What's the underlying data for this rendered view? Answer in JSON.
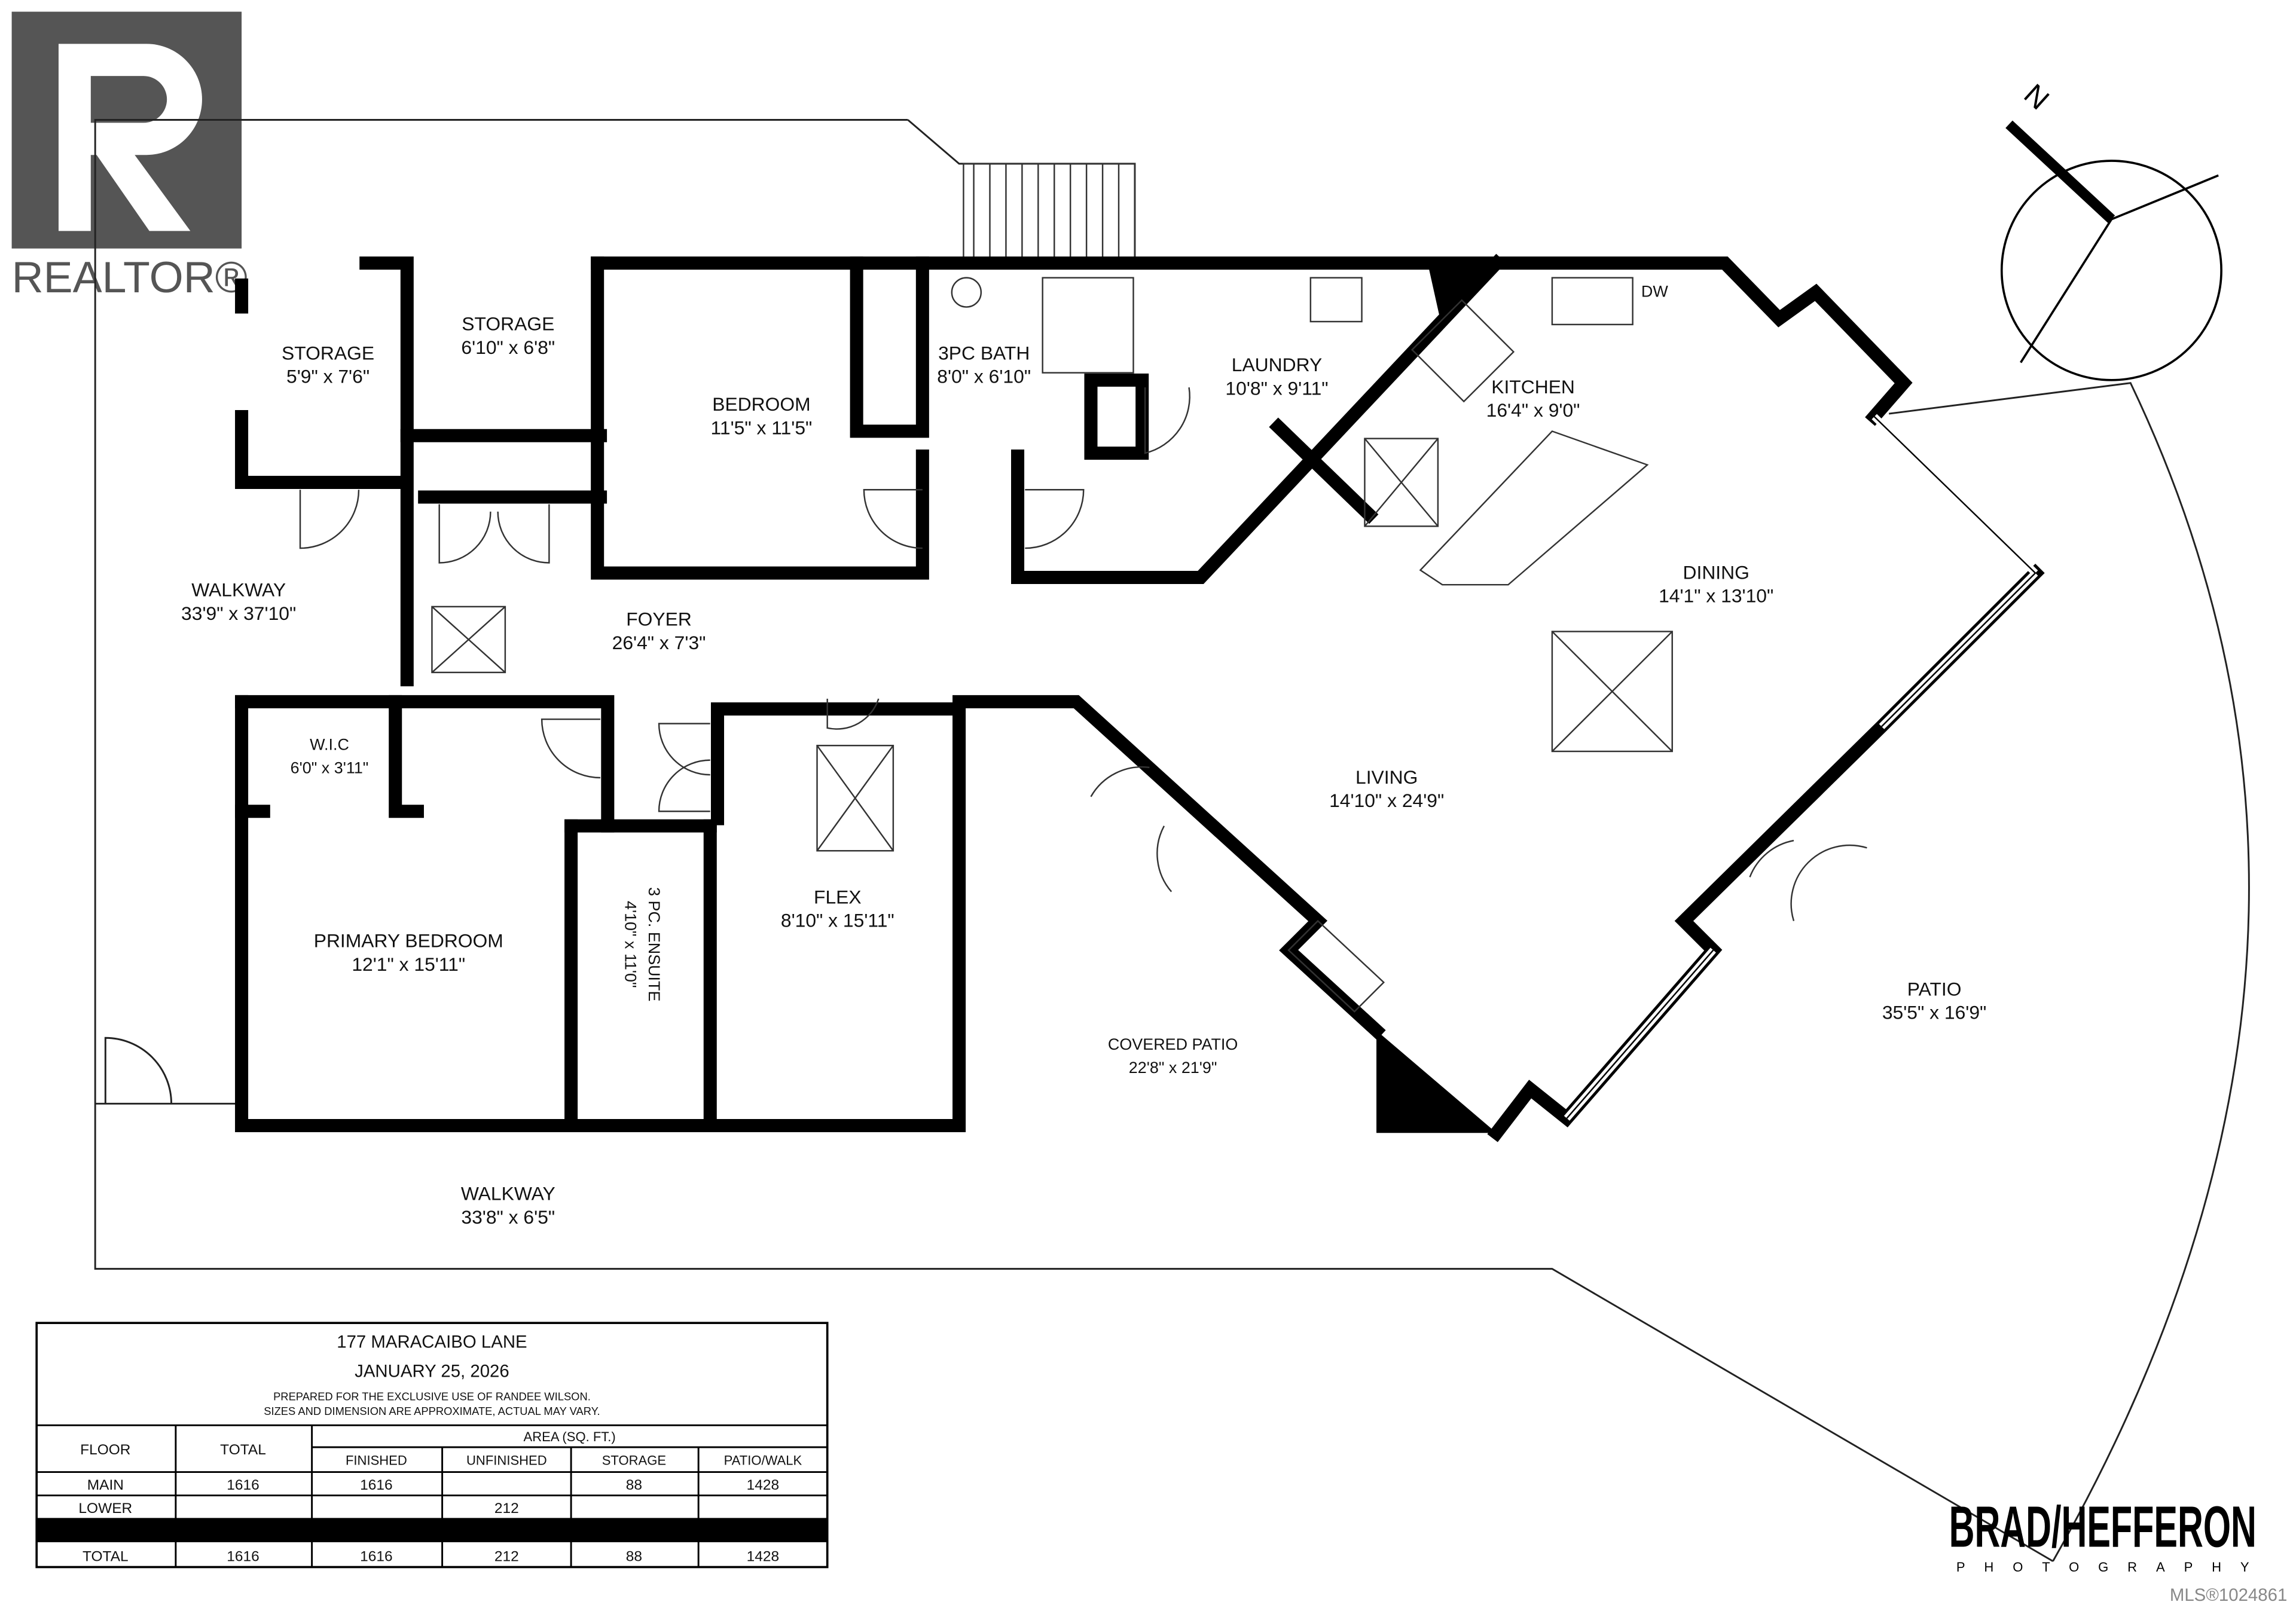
{
  "logo": {
    "realtor": "REALTOR®",
    "photographer_main": "BRAD/HEFFERON",
    "photographer_sub": "PHOTOGRAPHY"
  },
  "mls": "MLS®1024861",
  "compass": {
    "label": "N"
  },
  "rooms": [
    {
      "name": "STORAGE",
      "size": "5'9\" x 7'6\""
    },
    {
      "name": "STORAGE",
      "size": "6'10\" x 6'8\""
    },
    {
      "name": "BEDROOM",
      "size": "11'5\" x 11'5\""
    },
    {
      "name": "3PC BATH",
      "size": "8'0\" x 6'10\""
    },
    {
      "name": "LAUNDRY",
      "size": "10'8\" x 9'11\""
    },
    {
      "name": "KITCHEN",
      "size": "16'4\" x 9'0\""
    },
    {
      "name": "DINING",
      "size": "14'1\" x 13'10\""
    },
    {
      "name": "WALKWAY",
      "size": "33'9\" x 37'10\""
    },
    {
      "name": "FOYER",
      "size": "26'4\" x 7'3\""
    },
    {
      "name": "W.I.C",
      "size": "6'0\" x 3'11\""
    },
    {
      "name": "LIVING",
      "size": "14'10\" x 24'9\""
    },
    {
      "name": "FLEX",
      "size": "8'10\" x 15'11\""
    },
    {
      "name": "PRIMARY BEDROOM",
      "size": "12'1\" x 15'11\""
    },
    {
      "name": "3 PC. ENSUITE",
      "size": "4'10\" x 11'0\""
    },
    {
      "name": "COVERED PATIO",
      "size": "22'8\" x 21'9\""
    },
    {
      "name": "PATIO",
      "size": "35'5\" x 16'9\""
    },
    {
      "name": "WALKWAY",
      "size": "33'8\" x 6'5\""
    }
  ],
  "fixtures": {
    "dishwasher": "DW"
  },
  "info": {
    "address": "177 MARACAIBO LANE",
    "date": "JANUARY 25, 2026",
    "note1": "PREPARED FOR THE EXCLUSIVE USE OF RANDEE WILSON.",
    "note2": "SIZES AND DIMENSION ARE APPROXIMATE, ACTUAL MAY VARY.",
    "headers": {
      "floor": "FLOOR",
      "total": "TOTAL",
      "area": "AREA (SQ. FT.)",
      "finished": "FINISHED",
      "unfinished": "UNFINISHED",
      "storage": "STORAGE",
      "patio": "PATIO/WALK"
    },
    "rows": [
      {
        "floor": "MAIN",
        "total": "1616",
        "finished": "1616",
        "unfinished": "",
        "storage": "88",
        "patio": "1428"
      },
      {
        "floor": "LOWER",
        "total": "",
        "finished": "",
        "unfinished": "212",
        "storage": "",
        "patio": ""
      },
      {
        "floor": "TOTAL",
        "total": "1616",
        "finished": "1616",
        "unfinished": "212",
        "storage": "88",
        "patio": "1428"
      }
    ]
  }
}
